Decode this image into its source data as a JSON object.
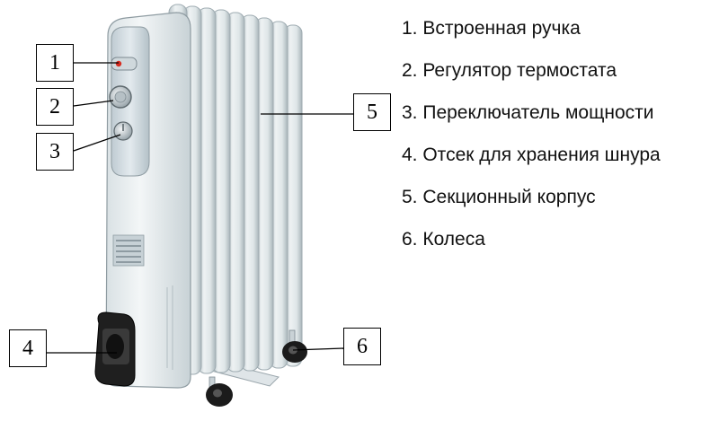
{
  "legend": [
    {
      "num": "1",
      "text": "1. Встроенная ручка"
    },
    {
      "num": "2",
      "text": "2. Регулятор термостата"
    },
    {
      "num": "3",
      "text": "3. Переключатель мощности"
    },
    {
      "num": "4",
      "text": "4. Отсек для хранения шнура"
    },
    {
      "num": "5",
      "text": "5. Секционный корпус"
    },
    {
      "num": "6",
      "text": "6. Колеса"
    }
  ],
  "callouts": [
    "1",
    "2",
    "3",
    "4",
    "5",
    "6"
  ],
  "colors": {
    "body": "#e9eef0",
    "fin": "#dfe6e8",
    "fin_shadow": "#b9c4c8",
    "panel": "#d3dde3",
    "knob": "#cfd6da",
    "dark": "#1a1a1a"
  }
}
